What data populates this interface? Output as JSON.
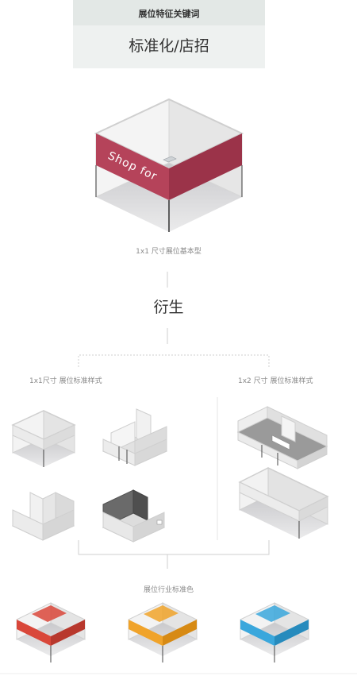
{
  "header": {
    "title": "展位特征关键词",
    "keyword": "标准化/店招"
  },
  "hero": {
    "fascia_text": "Shop for",
    "caption": "1x1 尺寸展位基本型"
  },
  "derive": {
    "label": "衍生"
  },
  "branches": {
    "left_caption": "1x1尺寸 展位标准样式",
    "right_caption": "1x2 尺寸 展位标准样式"
  },
  "industry": {
    "caption": "展位行业标准色",
    "colors": [
      "#d9473a",
      "#f0a32a",
      "#3aa7dc"
    ]
  },
  "palette": {
    "fascia": "#b5435a",
    "header_bg": "#eef1f0",
    "line": "#cfcfcf"
  }
}
